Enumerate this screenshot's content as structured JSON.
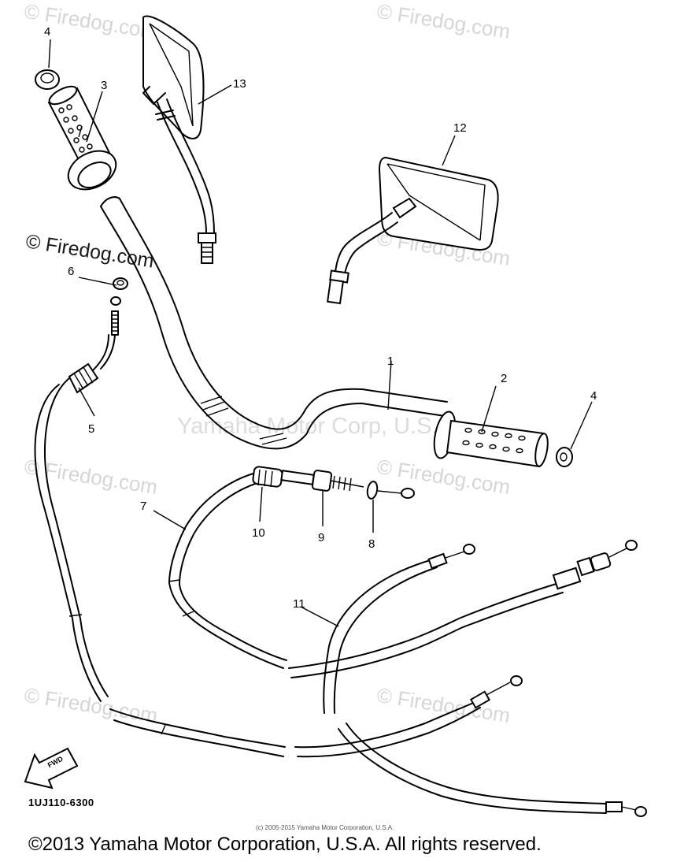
{
  "watermark": {
    "text": "© Firedog.com",
    "center_text": "Yamaha Motor Corp, U.S.A."
  },
  "callouts": [
    "1",
    "2",
    "3",
    "4",
    "4",
    "5",
    "6",
    "7",
    "8",
    "9",
    "10",
    "11",
    "12",
    "13"
  ],
  "footer": {
    "part_code": "1UJ110-6300",
    "small_print": "(c) 2005-2015 Yamaha Motor Corporation, U.S.A.",
    "copyright": "©2013 Yamaha Motor Corporation, U.S.A. All rights reserved."
  },
  "fwd_label": "FWD"
}
